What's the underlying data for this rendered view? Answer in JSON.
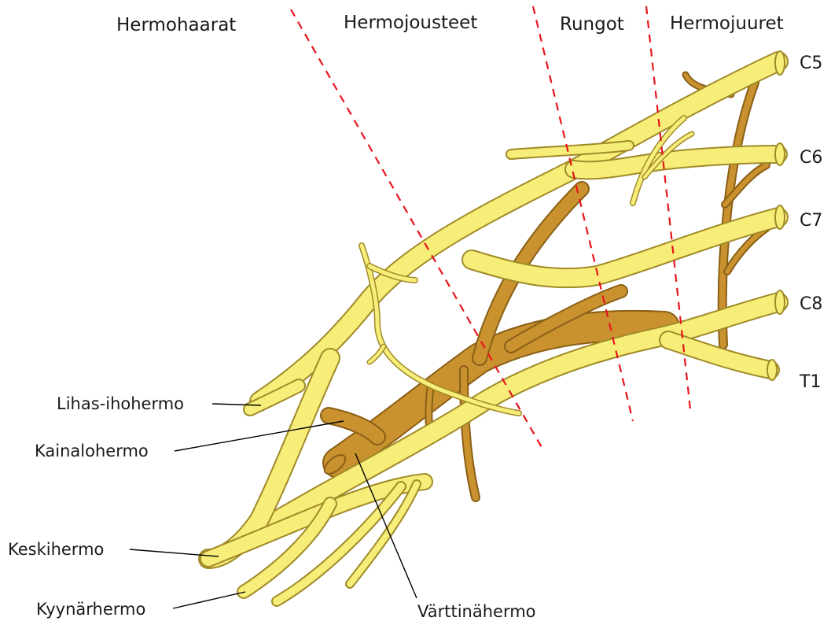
{
  "regions": {
    "branches": "Hermohaarat",
    "cords": "Hermojousteet",
    "trunks": "Rungot",
    "roots": "Hermojuuret"
  },
  "roots": [
    "C5",
    "C6",
    "C7",
    "C8",
    "T1"
  ],
  "nerves": {
    "musculocutaneous": "Lihas-ihohermo",
    "axillary": "Kainalohermo",
    "median": "Keskihermo",
    "ulnar": "Kyynärhermo",
    "radial": "Värttinähermo"
  },
  "colors": {
    "nerve_fill": "#f7ee7a",
    "nerve_outline": "#a08a28",
    "posterior_fill": "#c9922f",
    "divider": "#e8141b"
  }
}
